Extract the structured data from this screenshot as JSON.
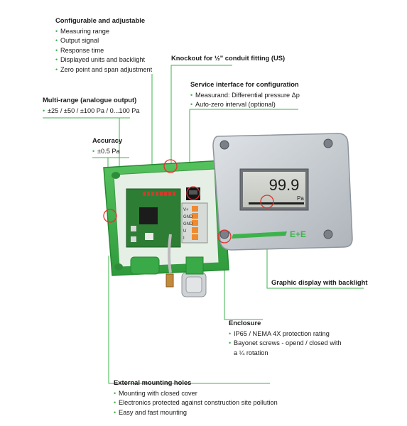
{
  "callouts": {
    "configurable": {
      "heading": "Configurable and adjustable",
      "items": [
        "Measuring range",
        "Output signal",
        "Response time",
        "Displayed units and backlight",
        "Zero point and span adjustment"
      ]
    },
    "knockout": {
      "heading": "Knockout for ½\" conduit fitting (US)"
    },
    "service": {
      "heading": "Service interface for configuration",
      "items": [
        "Measurand: Differential pressure Δp",
        "Auto-zero interval (optional)"
      ]
    },
    "multirange": {
      "heading": "Multi-range (analogue output)",
      "items": [
        "±25 / ±50 / ±100 Pa / 0...100 Pa"
      ]
    },
    "accuracy": {
      "heading": "Accuracy",
      "items": [
        "±0.5 Pa"
      ]
    },
    "graphic": {
      "heading": "Graphic display with backlight"
    },
    "enclosure": {
      "heading": "Enclosure",
      "items": [
        "IP65 / NEMA 4X protection rating",
        "Bayonet screws - opend / closed with"
      ],
      "continuation": "a ¼ rotation"
    },
    "mounting": {
      "heading": "External mounting holes",
      "items": [
        "Mounting with closed cover",
        "Electronics protected against construction site pollution",
        "Easy and fast mounting"
      ]
    }
  },
  "device": {
    "display_value": "99.9",
    "display_unit": "Pa",
    "brand": "E+E",
    "terminal_labels": [
      "V+",
      "GND",
      "GND",
      "U",
      "I"
    ]
  },
  "colors": {
    "accent": "#3cb34a",
    "housing_green": "#3fb14b",
    "cover_grey": "#c9ced3",
    "marker_red": "#e0322d"
  }
}
